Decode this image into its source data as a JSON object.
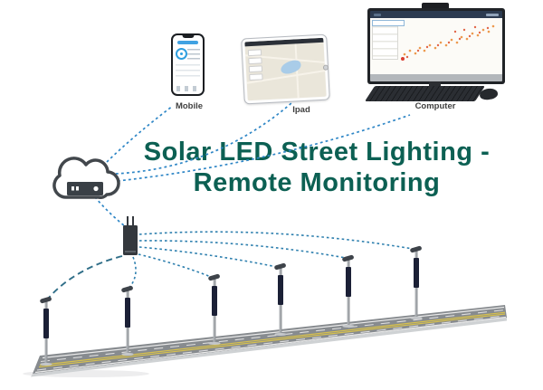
{
  "title": {
    "line1": "Solar LED Street Lighting -",
    "line2": "Remote Monitoring"
  },
  "devices": {
    "mobile": {
      "label": "Mobile"
    },
    "ipad": {
      "label": "Ipad"
    },
    "computer": {
      "label": "Computer"
    }
  },
  "network": {
    "hub": "cloud-server",
    "gateway": "antenna-gateway",
    "street_light_count": 6
  },
  "colors": {
    "title_green": "#0c6053",
    "link_blue": "#2e86c6",
    "link_teal": "#2f6e88",
    "road_gray": "#878b8f",
    "road_edge": "#cfd2d4",
    "lane_yellow": "#d6c04e",
    "solar_panel_navy": "#1b2036",
    "device_dark": "#202327"
  }
}
